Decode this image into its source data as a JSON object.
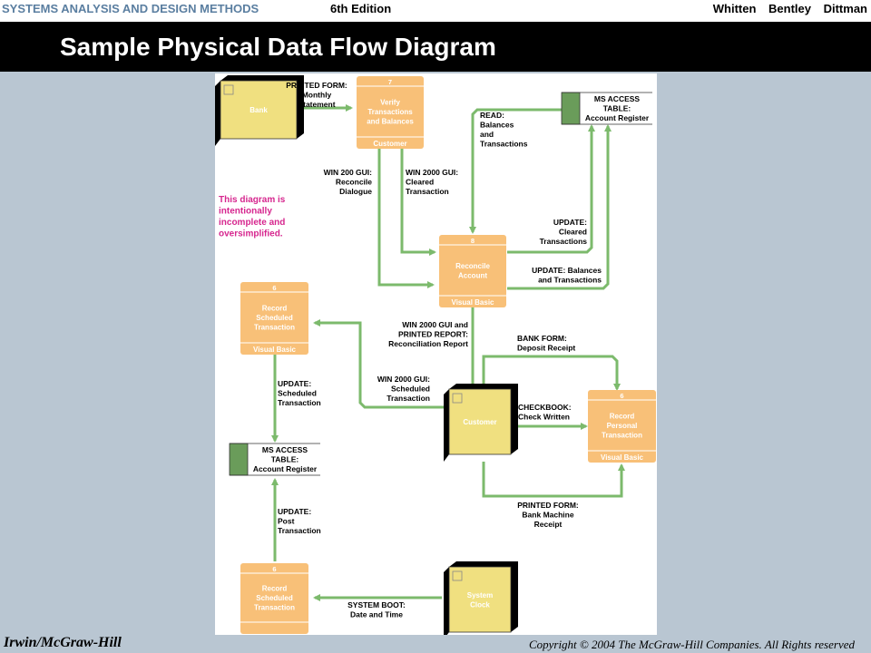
{
  "header": {
    "book_title": "SYSTEMS ANALYSIS AND DESIGN METHODS",
    "edition": "6th Edition",
    "authors": "Whitten Bentley Dittman"
  },
  "slide": {
    "title": "Sample Physical Data Flow Diagram"
  },
  "footer": {
    "publisher": "Irwin/McGraw-Hill",
    "copyright": "Copyright © 2004 The McGraw-Hill Companies. All Rights reserved"
  },
  "diagram": {
    "note": [
      "This diagram is",
      "intentionally",
      "incomplete and",
      "oversimplified."
    ],
    "externals": {
      "bank": "Bank",
      "customer": "Customer",
      "system_clock": [
        "System",
        "Clock"
      ]
    },
    "processes": {
      "verify": {
        "number": "7",
        "name": [
          "Verify",
          "Transactions",
          "and Balances"
        ],
        "impl": "Customer"
      },
      "reconcile": {
        "number": "8",
        "name": [
          "Reconcile",
          "Account"
        ],
        "impl": "Visual Basic"
      },
      "record_scheduled_top": {
        "number": "6",
        "name": [
          "Record",
          "Scheduled",
          "Transaction"
        ],
        "impl": "Visual Basic"
      },
      "record_personal": {
        "number": "6",
        "name": [
          "Record",
          "Personal",
          "Transaction"
        ],
        "impl": "Visual Basic"
      },
      "record_scheduled_bottom": {
        "number": "6",
        "name": [
          "Record",
          "Scheduled",
          "Transaction"
        ],
        "impl": ""
      }
    },
    "stores": {
      "top": [
        "MS ACCESS",
        "TABLE:",
        "Account Register"
      ],
      "middle": [
        "MS ACCESS",
        "TABLE:",
        "Account Register"
      ]
    },
    "flows": {
      "printed_form_monthly": [
        "PRINTED FORM:",
        "Monthly",
        "Statement"
      ],
      "read_balances": [
        "READ:",
        "Balances",
        "and",
        "Transactions"
      ],
      "win200_reconcile": [
        "WIN 200 GUI:",
        "Reconcile",
        "Dialogue"
      ],
      "win2000_cleared": [
        "WIN 2000 GUI:",
        "Cleared",
        "Transaction"
      ],
      "update_cleared": [
        "UPDATE:",
        "Cleared",
        "Transactions"
      ],
      "update_balances": [
        "UPDATE: Balances",
        "and Transactions"
      ],
      "win2000_report": [
        "WIN 2000 GUI and",
        "PRINTED REPORT:",
        "Reconciliation Report"
      ],
      "bank_form_deposit": [
        "BANK FORM:",
        "Deposit Receipt"
      ],
      "win2000_scheduled": [
        "WIN 2000 GUI:",
        "Scheduled",
        "Transaction"
      ],
      "update_scheduled": [
        "UPDATE:",
        "Scheduled",
        "Transaction"
      ],
      "checkbook": [
        "CHECKBOOK:",
        "Check Written"
      ],
      "printed_form_atm": [
        "PRINTED FORM:",
        "Bank Machine",
        "Receipt"
      ],
      "update_post": [
        "UPDATE:",
        "Post",
        "Transaction"
      ],
      "system_boot": [
        "SYSTEM BOOT:",
        "Date and Time"
      ]
    },
    "colors": {
      "process_fill": "#f8c078",
      "external_fill": "#f0e080",
      "external_side": "#000000",
      "store_tab": "#6a9c5a",
      "arrow": "#7cba6c",
      "note": "#d6268e"
    }
  }
}
